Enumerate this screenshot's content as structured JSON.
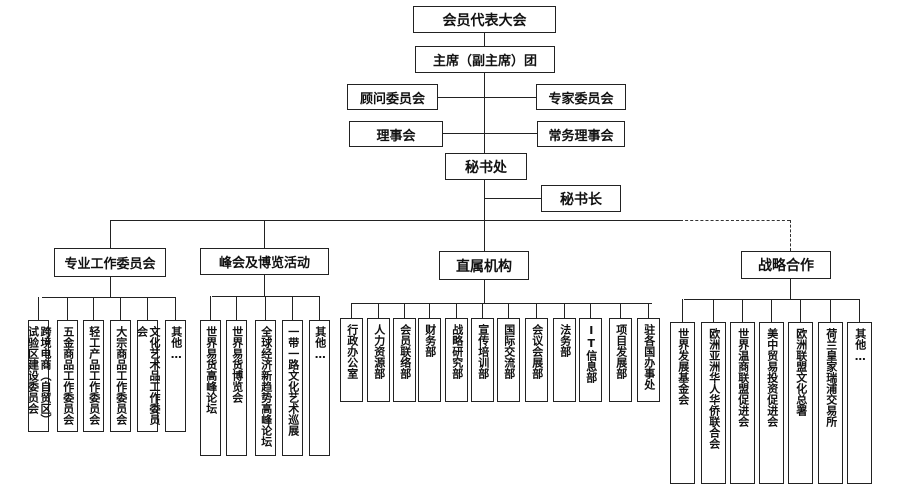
{
  "top": {
    "assembly": "会员代表大会",
    "chairman": "主席（副主席）团",
    "advisors": "顾问委员会",
    "experts": "专家委员会",
    "council": "理事会",
    "standing_council": "常务理事会",
    "secretariat": "秘书处",
    "secretary_general": "秘书长"
  },
  "branches": [
    {
      "label": "专业工作委员会",
      "items": [
        "跨境电商（自贸区）试验区建设委员会",
        "五金商品工作委员会",
        "轻工产品工作委员会",
        "大宗商品工作委员会",
        "文化艺术品工作委员会",
        "其他…"
      ]
    },
    {
      "label": "峰会及博览活动",
      "items": [
        "世界易货高峰论坛",
        "世界易货博览会",
        "全球经济新趋势高峰论坛",
        "一带一路文化艺术巡展",
        "其他…"
      ]
    },
    {
      "label": "直属机构",
      "items": [
        "行政办公室",
        "人力资源部",
        "会员联络部",
        "财务部",
        "战略研究部",
        "宣传培训部",
        "国际交流部",
        "会议会展部",
        "法务部",
        "IT信息部",
        "项目发展部",
        "驻各国办事处"
      ]
    },
    {
      "label": "战略合作",
      "items": [
        "世界发展基金会",
        "欧洲亚洲华人华侨联合会",
        "世界温商联盟促进会",
        "美中贸易投资促进会",
        "欧洲联盟文化总署",
        "荷兰皇家瑞浦交易所",
        "其他…"
      ]
    }
  ]
}
